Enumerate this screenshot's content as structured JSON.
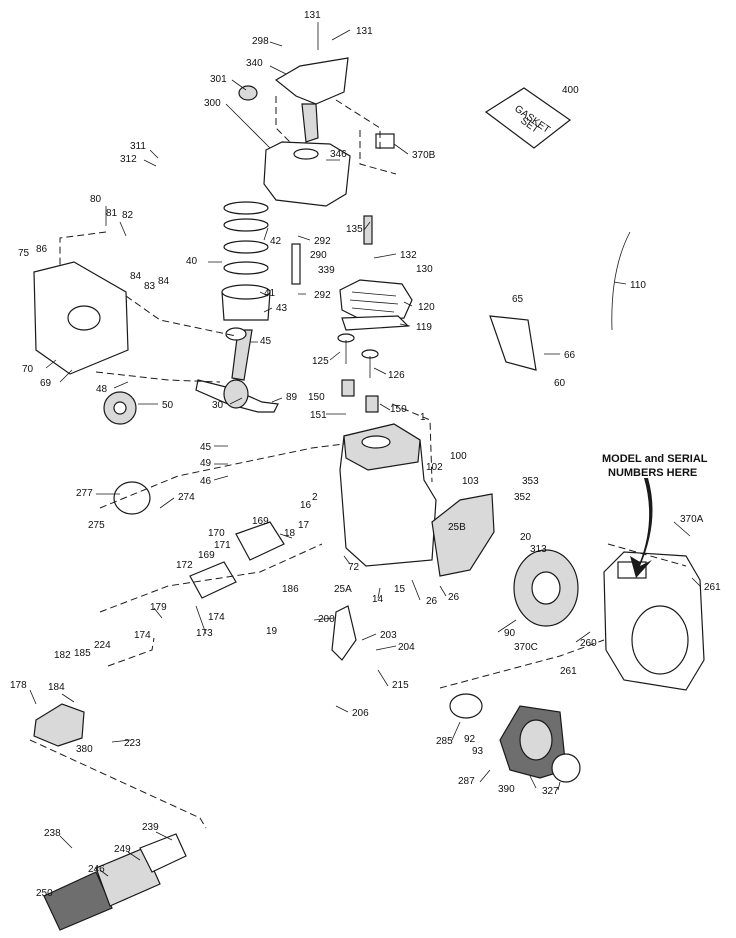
{
  "note": [
    "MODEL and SERIAL",
    "NUMBERS HERE"
  ],
  "gasket_set_label": [
    "GASKET",
    "SET"
  ],
  "parts": [
    "131",
    "131",
    "298",
    "340",
    "301",
    "300",
    "346",
    "370B",
    "400",
    "311",
    "312",
    "80",
    "81",
    "82",
    "86",
    "75",
    "84",
    "83",
    "84",
    "42",
    "40",
    "41",
    "43",
    "292",
    "290",
    "292",
    "135",
    "339",
    "132",
    "130",
    "120",
    "119",
    "110",
    "65",
    "66",
    "60",
    "70",
    "69",
    "48",
    "50",
    "45",
    "30",
    "89",
    "125",
    "126",
    "150",
    "151",
    "150",
    "1",
    "45",
    "49",
    "46",
    "277",
    "275",
    "274",
    "169",
    "170",
    "171",
    "18",
    "16",
    "17",
    "2",
    "102",
    "100",
    "103",
    "353",
    "352",
    "25B",
    "20",
    "313",
    "370A",
    "261",
    "72",
    "169",
    "172",
    "186",
    "14",
    "15",
    "26",
    "25A",
    "26",
    "179",
    "174",
    "173",
    "174",
    "90",
    "260",
    "370C",
    "261",
    "200",
    "203",
    "204",
    "19",
    "182",
    "185",
    "224",
    "215",
    "178",
    "184",
    "206",
    "380",
    "223",
    "285",
    "92",
    "93",
    "390",
    "327",
    "287",
    "238",
    "239",
    "249",
    "246",
    "250"
  ]
}
